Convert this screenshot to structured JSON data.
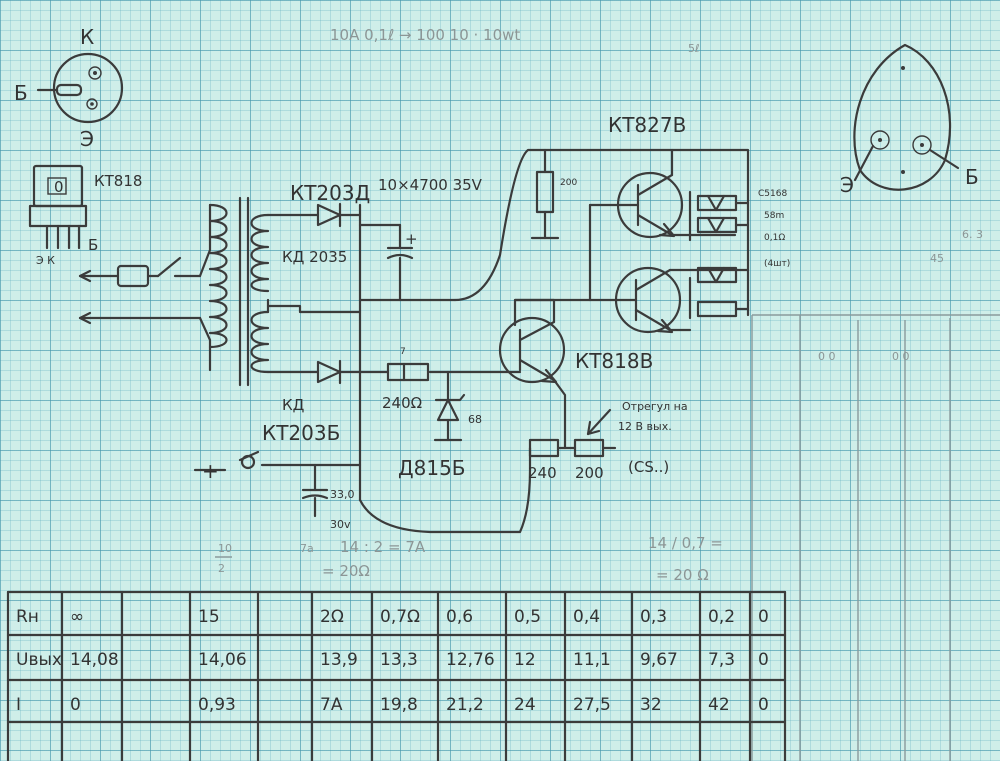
{
  "header_note": "10A 0,1ℓ → 100 10 · 10wt",
  "corner_note": "5ℓ",
  "pinout_round": {
    "k": "К",
    "b": "Б",
    "e": "Э"
  },
  "pinout_to": {
    "part": "КТ818",
    "pins": "Э К",
    "b": "Б"
  },
  "pinout_right": {
    "e": "Э",
    "b": "Б",
    "note_a": "6. 3",
    "note_b": "45"
  },
  "labels": {
    "diode_top": "КТ203Д",
    "caps": "10×4700 35V",
    "kd_top": "КД 2035",
    "kd_bottom": "КД",
    "kt203b": "КТ203Б",
    "r_top": "200",
    "kt827": "КТ827В",
    "kt818": "КТ818В",
    "r7": "7",
    "r240_left": "240Ω",
    "zener_val": "68",
    "zener": "Д815Б",
    "c33_a": "33,0",
    "c33_b": "30v",
    "r240_bottom": "240",
    "trim": "200",
    "adjust_1": "Отрегул на",
    "adjust_2": "12 В вых.",
    "cs": "(CS..)",
    "c5168": "C5168",
    "r58": "58m",
    "r01": "0,1Ω",
    "x4": "(4шт)",
    "plus": "+"
  },
  "notes": {
    "calc_left_a": "10",
    "calc_left_b": "2",
    "calc_mid_a": "7a",
    "calc_mid_b": "14 : 2 = 7A",
    "calc_mid_c": "= 20Ω",
    "calc_right_a": "14 / 0,7 =",
    "calc_right_b": "= 20 Ω",
    "right_faint_1": "0 0",
    "right_faint_2": "0 0"
  },
  "table": {
    "headers": [
      "Rн",
      "∞",
      "",
      "15",
      "",
      "2Ω",
      "0,7Ω",
      "0,6",
      "0,5",
      "0,4",
      "0,3",
      "0,2",
      "0"
    ],
    "rows": [
      [
        "Uвых",
        "14,08",
        "",
        "14,06",
        "",
        "13,9",
        "13,3",
        "12,76",
        "12",
        "11,1",
        "9,67",
        "7,3",
        "0"
      ],
      [
        "I",
        "0",
        "",
        "0,93",
        "",
        "7A",
        "19,8",
        "21,2",
        "24",
        "27,5",
        "32",
        "42",
        "0"
      ]
    ]
  }
}
